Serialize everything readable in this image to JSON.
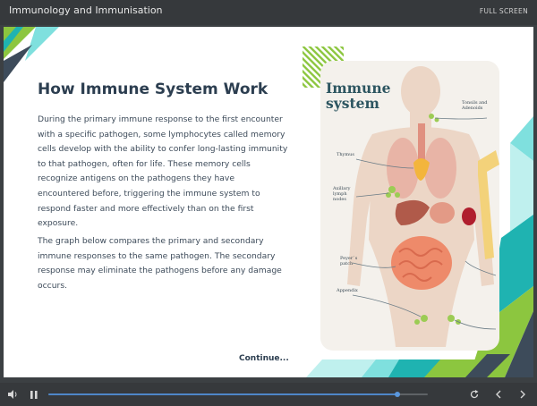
{
  "window": {
    "title": "Immunology and Immunisation",
    "fullscreen_label": "FULL SCREEN"
  },
  "slide": {
    "heading": "How Immune System Work",
    "paragraph1": "During the primary immune response to the first encounter with a specific pathogen, some lymphocytes called memory cells develop with the ability to confer long-lasting immunity to that pathogen, often for life. These memory cells recognize antigens on the pathogens they have encountered before, triggering the immune system to respond faster and more effectively than on the first exposure.",
    "paragraph2": "The graph below compares the primary and secondary immune responses to the same pathogen. The secondary response may eliminate the pathogens before any damage occurs.",
    "continue_label": "Continue...",
    "illustration": {
      "title_line1": "Immune",
      "title_line2": "system",
      "labels": {
        "tonsils": "Tonsils and Adenoids",
        "thymus": "Thymus",
        "axillary": "Axillary lymph nodes",
        "peyers": "Peyer`s patch",
        "appendix": "Appendix"
      }
    }
  },
  "player": {
    "progress": 0.92,
    "icons": [
      "volume-icon",
      "pause-icon",
      "replay-icon",
      "previous-icon",
      "next-icon"
    ]
  },
  "colors": {
    "teal_dark": "#1fb3b1",
    "teal_light": "#7fe0de",
    "green": "#8cc63f",
    "navy": "#3d4b5a",
    "progress": "#4e86c8"
  }
}
